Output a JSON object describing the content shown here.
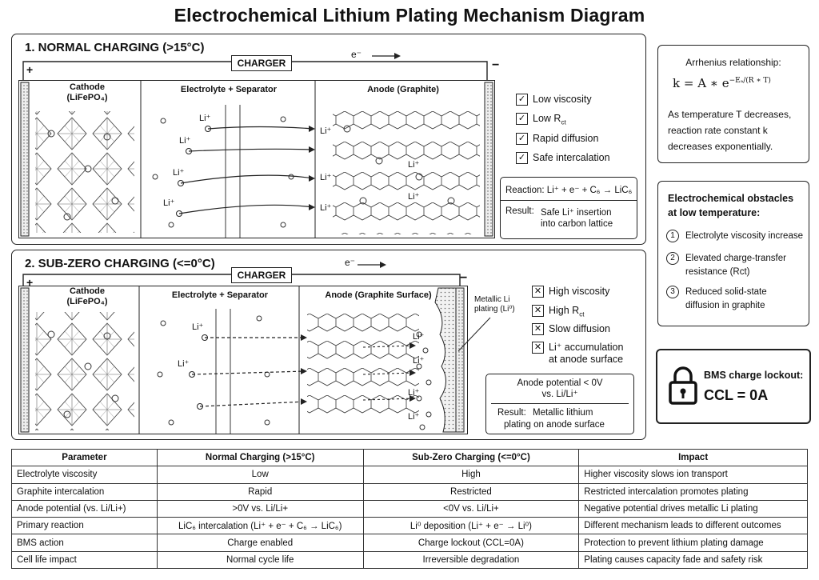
{
  "title": "Electrochemical Lithium Plating Mechanism Diagram",
  "normal": {
    "heading": "1. NORMAL CHARGING (>15°C)",
    "charger": "CHARGER",
    "electron": "e⁻",
    "plus": "+",
    "minus": "−",
    "cathode_l1": "Cathode",
    "cathode_l2": "(LiFePO₄)",
    "electrolyte": "Electrolyte + Separator",
    "anode": "Anode (Graphite)",
    "ion": "Li⁺",
    "checks": [
      "Low viscosity",
      "Low R",
      "Rapid diffusion",
      "Safe intercalation"
    ],
    "check_sub": "ct",
    "reaction_label": "Reaction:",
    "reaction": "Li⁺ + e⁻ + C₆ → LiC₆",
    "result_label": "Result:",
    "result_l1": "Safe Li⁺ insertion",
    "result_l2": "into carbon lattice"
  },
  "subzero": {
    "heading": "2. SUB-ZERO CHARGING (<=0°C)",
    "charger": "CHARGER",
    "electron": "e⁻",
    "plus": "+",
    "minus": "−",
    "cathode_l1": "Cathode",
    "cathode_l2": "(LiFePO₄)",
    "electrolyte": "Electrolyte + Separator",
    "anode": "Anode (Graphite Surface)",
    "metallic_l1": "Metallic Li",
    "metallic_l2": "plating (Li⁰)",
    "ion": "Li⁺",
    "checks": [
      "High viscosity",
      "High R",
      "Slow diffusion",
      "Li⁺ accumulation",
      "at anode surface"
    ],
    "check_sub": "ct",
    "potential_l1": "Anode potential < 0V",
    "potential_l2": "vs. Li/Li⁺",
    "result_label": "Result:",
    "result_l1": "Metallic lithium",
    "result_l2": "plating on anode surface"
  },
  "arrhenius": {
    "heading": "Arrhenius relationship:",
    "formula_lhs": "k = A ∗ e",
    "formula_exp": "−Eₐ/(R ∗ T)",
    "text": [
      "As temperature T decreases,",
      "reaction rate constant k",
      "decreases exponentially."
    ]
  },
  "obstacles": {
    "heading_l1": "Electrochemical obstacles",
    "heading_l2": "at low temperature:",
    "items": [
      {
        "num": "1",
        "l1": "Electrolyte viscosity increase",
        "l2": ""
      },
      {
        "num": "2",
        "l1": "Elevated charge-transfer",
        "l2": "resistance (Rct)"
      },
      {
        "num": "3",
        "l1": "Reduced solid-state",
        "l2": "diffusion in graphite"
      }
    ]
  },
  "bms": {
    "l1": "BMS charge lockout:",
    "l2": "CCL = 0A"
  },
  "table": {
    "headers": [
      "Parameter",
      "Normal Charging (>15°C)",
      "Sub-Zero Charging (<=0°C)",
      "Impact"
    ],
    "rows": [
      [
        "Electrolyte viscosity",
        "Low",
        "High",
        "Higher viscosity slows ion transport"
      ],
      [
        "Graphite intercalation",
        "Rapid",
        "Restricted",
        "Restricted intercalation promotes plating"
      ],
      [
        "Anode potential (vs. Li/Li+)",
        ">0V vs. Li/Li+",
        "<0V vs. Li/Li+",
        "Negative potential drives metallic Li plating"
      ],
      [
        "Primary reaction",
        "LiC₆ intercalation (Li⁺ + e⁻ + C₆ → LiC₆)",
        "Li⁰ deposition (Li⁺ + e⁻ → Li⁰)",
        "Different mechanism leads to different outcomes"
      ],
      [
        "BMS action",
        "Charge enabled",
        "Charge lockout (CCL=0A)",
        "Protection to prevent lithium plating damage"
      ],
      [
        "Cell life impact",
        "Normal cycle life",
        "Irreversible degradation",
        "Plating causes capacity fade and safety risk"
      ]
    ]
  }
}
